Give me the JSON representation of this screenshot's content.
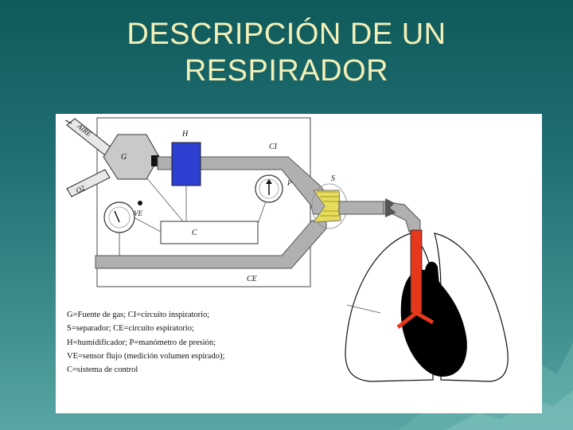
{
  "title": {
    "line1": "DESCRIPCIÓN DE UN",
    "line2": "RESPIRADOR"
  },
  "diagram": {
    "labels": {
      "aire": "AIRE",
      "o2": "O2",
      "g": "G",
      "h": "H",
      "ci": "CI",
      "s": "S",
      "p": "P",
      "ve": "VE",
      "c": "C",
      "ce": "CE"
    },
    "legend": [
      "G=Fuente de gas; CI=circuito inspiratorio;",
      "S=separador; CE=circuito espiratorio;",
      "H=humidificador; P=manómetro de presión;",
      "VE=sensor flujo (medición volumen espirado);",
      "C=sistema de control"
    ],
    "colors": {
      "humidifier": "#2d3fd0",
      "tubing": "#b0b0b0",
      "trachea": "#e8381c",
      "separator": "#e6dc5a",
      "heart": "#000000"
    }
  }
}
